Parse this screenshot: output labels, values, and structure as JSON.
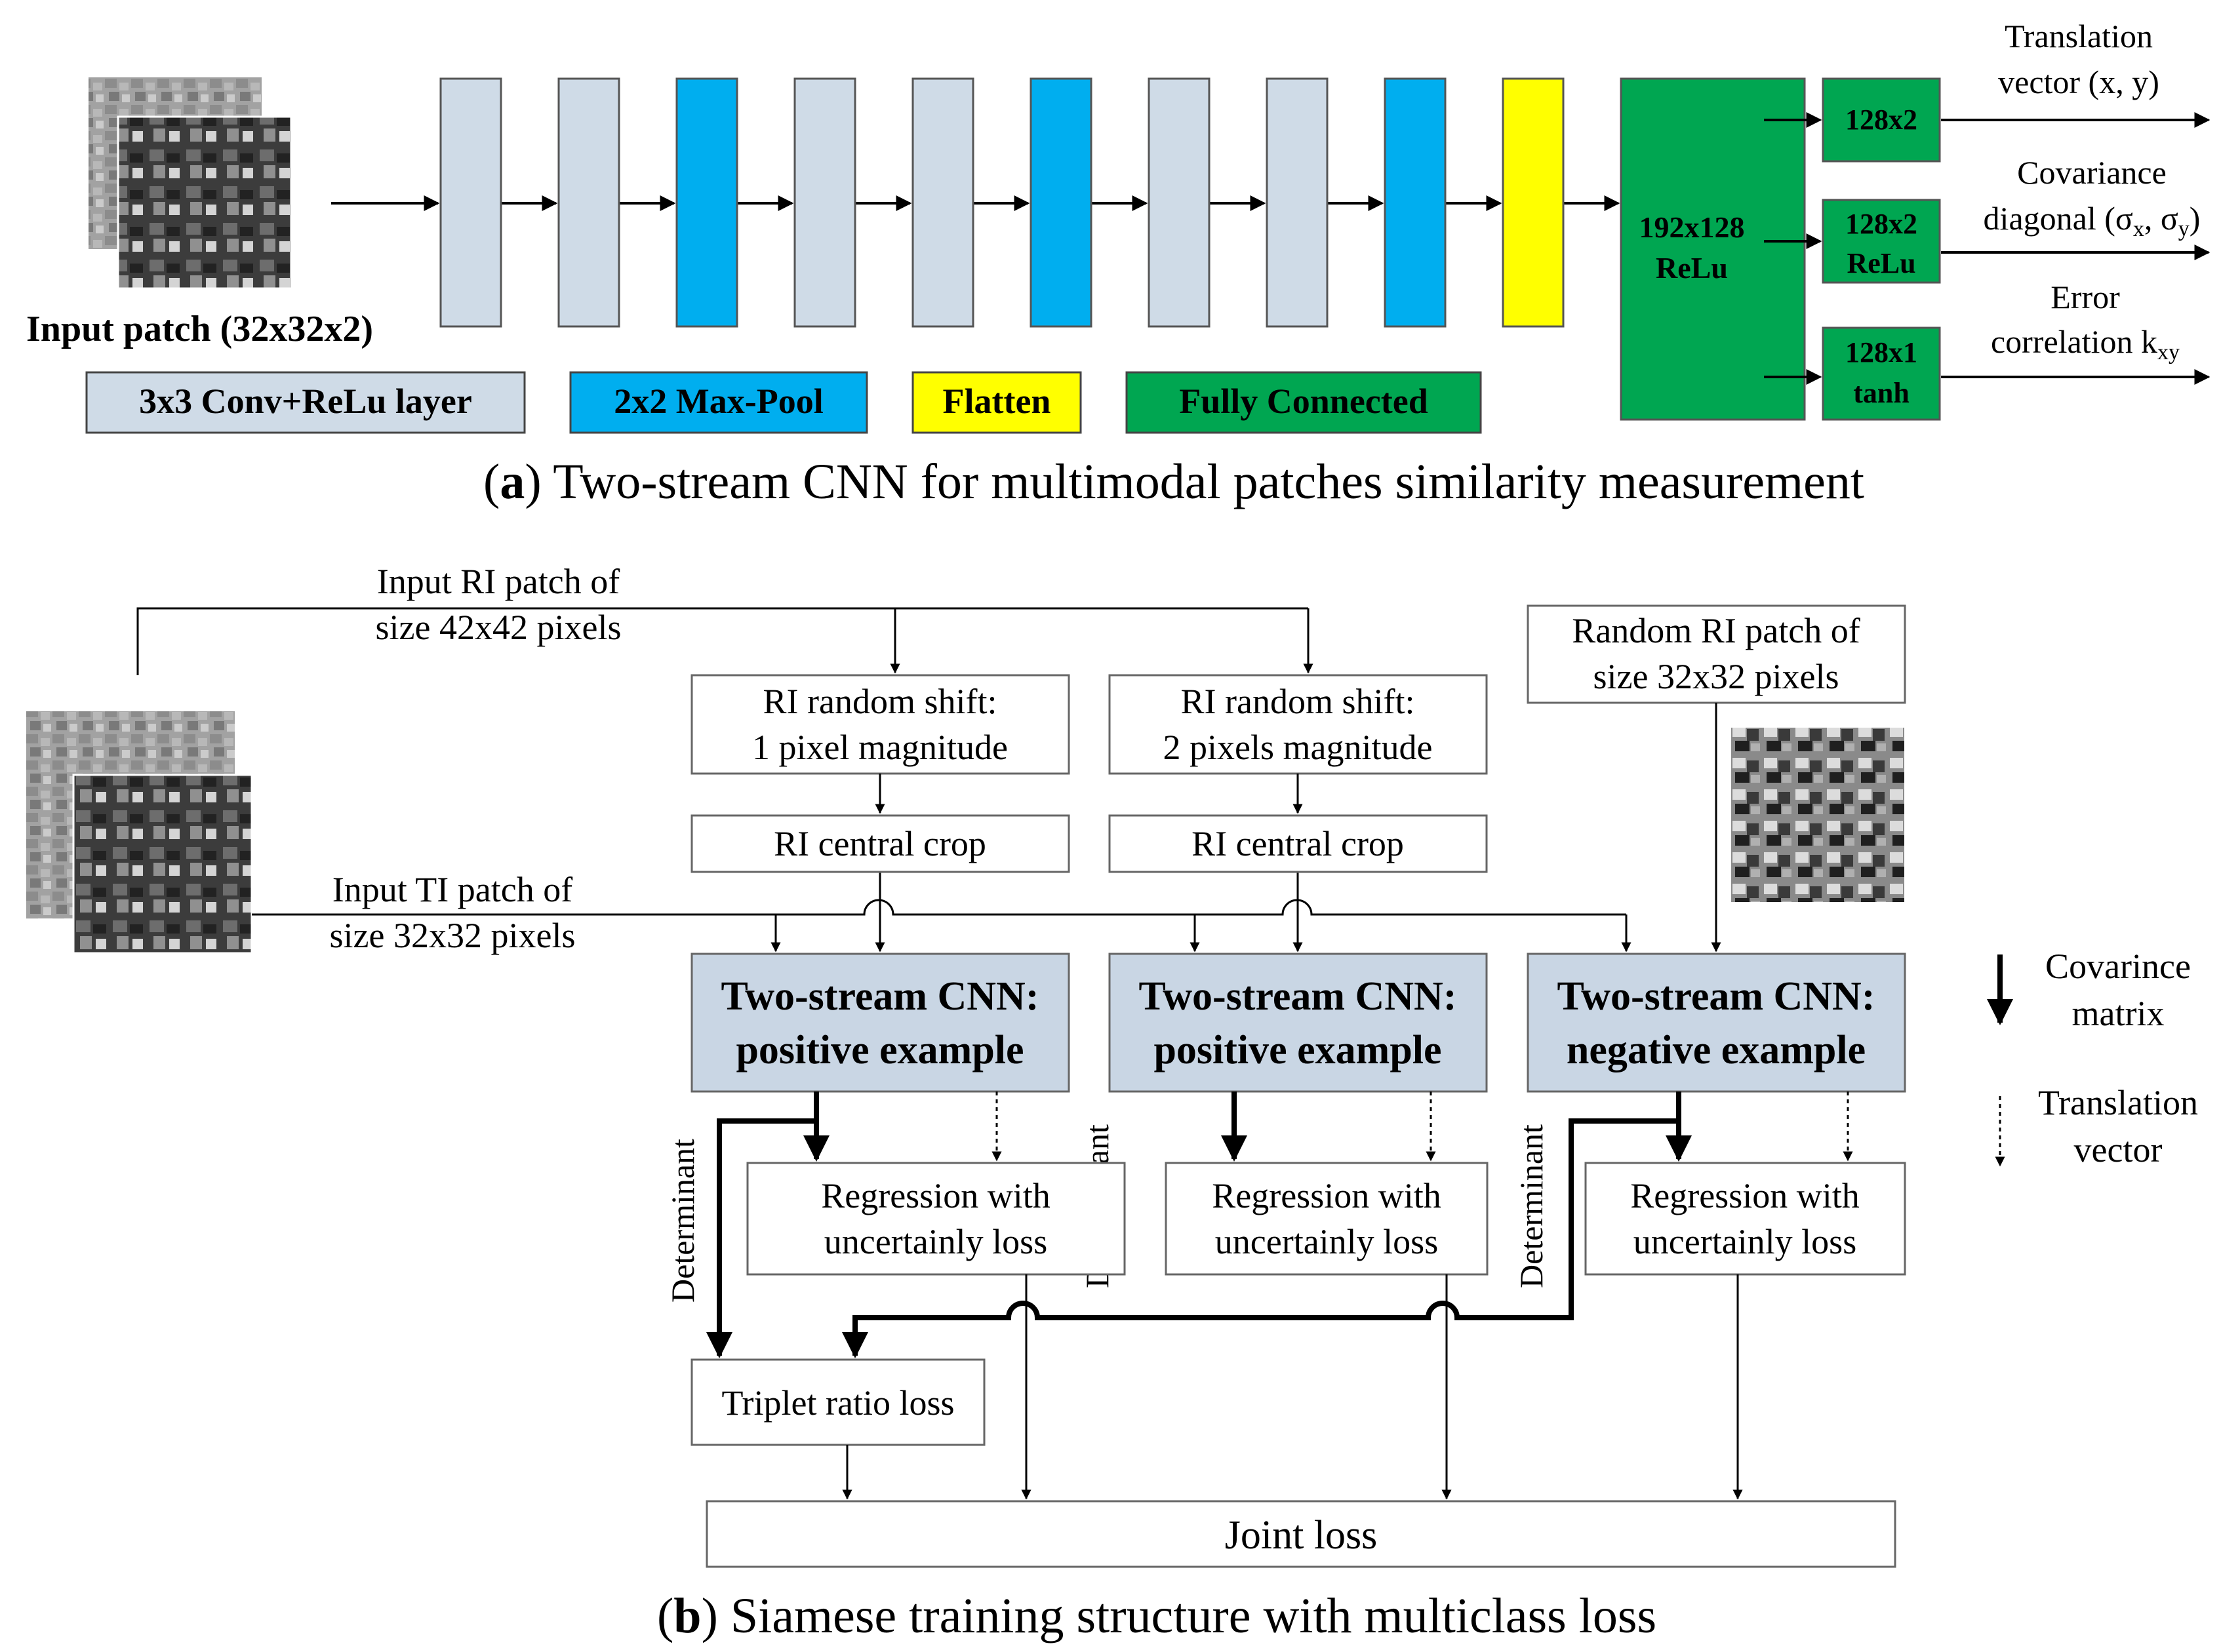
{
  "panel_a": {
    "input_label": "Input patch (32x32x2)",
    "fc_main": [
      "192x128",
      "ReLu"
    ],
    "heads": [
      {
        "box": [
          "128x2"
        ],
        "output": [
          "Translation",
          "vector (x, y)"
        ]
      },
      {
        "box": [
          "128x2",
          "ReLu"
        ],
        "output": [
          "Covariance",
          "diagonal (σ",
          "x",
          ", σ",
          "y",
          ")"
        ]
      },
      {
        "box": [
          "128x1",
          "tanh"
        ],
        "output": [
          "Error",
          "correlation k",
          "xy"
        ]
      }
    ],
    "legend": [
      {
        "label": "3x3 Conv+ReLu layer",
        "color": "#cfdbe7"
      },
      {
        "label": "2x2 Max-Pool",
        "color": "#00aeef"
      },
      {
        "label": "Flatten",
        "color": "#ffff00"
      },
      {
        "label": "Fully Connected",
        "color": "#00a651"
      }
    ],
    "caption_letter": "a",
    "caption_text": "Two-stream CNN for multimodal patches similarity measurement"
  },
  "panel_b": {
    "ri_input_label": [
      "Input RI patch of",
      "size 42x42 pixels"
    ],
    "ti_input_label": [
      "Input TI patch of",
      "size 32x32 pixels"
    ],
    "random_ri": [
      "Random RI patch of",
      "size 32x32 pixels"
    ],
    "shift_1": [
      "RI random shift:",
      "1 pixel magnitude"
    ],
    "shift_2": [
      "RI random shift:",
      "2 pixels magnitude"
    ],
    "central_crop": "RI central crop",
    "cnn_positive": [
      "Two-stream CNN:",
      "positive example"
    ],
    "cnn_negative": [
      "Two-stream CNN:",
      "negative example"
    ],
    "regression": [
      "Regression with",
      "uncertainly loss"
    ],
    "determinant": "Determinant",
    "triplet": "Triplet ratio loss",
    "joint": "Joint loss",
    "legend_cov": [
      "Covarince",
      "matrix"
    ],
    "legend_trans": [
      "Translation",
      "vector"
    ],
    "caption_letter": "b",
    "caption_text": "Siamese training structure with multiclass loss"
  },
  "colors": {
    "conv": "#cfdbe7",
    "pool": "#00aeef",
    "flatten": "#ffff00",
    "fc": "#00a651",
    "cnn_box": "#c9d6e4"
  }
}
